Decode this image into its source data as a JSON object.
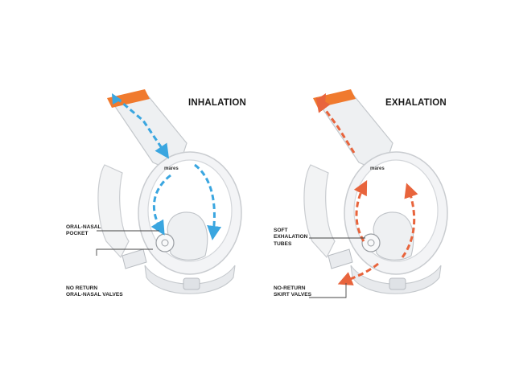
{
  "panels": [
    {
      "id": "inhalation",
      "title": "INHALATION",
      "brand": "mares",
      "flow_color": "#3aa6e0",
      "labels": [
        {
          "lines": [
            "ORAL-NASAL",
            "POCKET"
          ]
        },
        {
          "lines": [
            "NO RETURN",
            "ORAL-NASAL VALVES"
          ]
        }
      ]
    },
    {
      "id": "exhalation",
      "title": "EXHALATION",
      "brand": "mares",
      "flow_color": "#e8643c",
      "labels": [
        {
          "lines": [
            "SOFT",
            "EXHALATION",
            "TUBES"
          ]
        },
        {
          "lines": [
            "NO-RETURN",
            "SKIRT VALVES"
          ]
        }
      ]
    }
  ],
  "colors": {
    "snorkel_top": "#f07a2e",
    "mask_outline": "#c9ccd0",
    "leader_line": "#444444"
  }
}
